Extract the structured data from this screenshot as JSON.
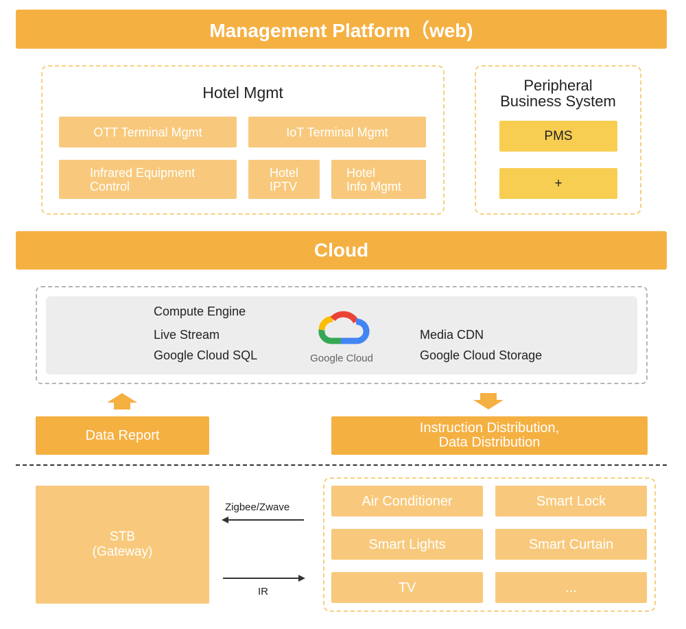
{
  "header": {
    "title": "Management Platform（web)"
  },
  "hotel": {
    "title": "Hotel Mgmt",
    "items": [
      "OTT Terminal Mgmt",
      "IoT Terminal Mgmt",
      "Infrared Equipment\nControl",
      "Hotel\nIPTV",
      "Hotel\nInfo Mgmt"
    ]
  },
  "peripheral": {
    "title": "Peripheral\nBusiness System",
    "items": [
      "PMS",
      "+"
    ]
  },
  "cloud": {
    "title": "Cloud",
    "services_left": [
      "Compute Engine",
      "Live Stream",
      "Google Cloud SQL"
    ],
    "services_right": [
      "Media CDN",
      "Google Cloud Storage"
    ],
    "logo_text": "Google Cloud"
  },
  "flow": {
    "data_report": "Data Report",
    "instruction": "Instruction Distribution,\nData Distribution"
  },
  "gateway": {
    "label": "STB\n(Gateway)"
  },
  "links": {
    "zigbee": "Zigbee/Zwave",
    "ir": "IR"
  },
  "devices": [
    "Air Conditioner",
    "Smart Lock",
    "Smart Lights",
    "Smart Curtain",
    "TV",
    "..."
  ],
  "colors": {
    "accent": "#f5b042",
    "light": "#f8c97c",
    "yellow": "#f7ce52"
  }
}
